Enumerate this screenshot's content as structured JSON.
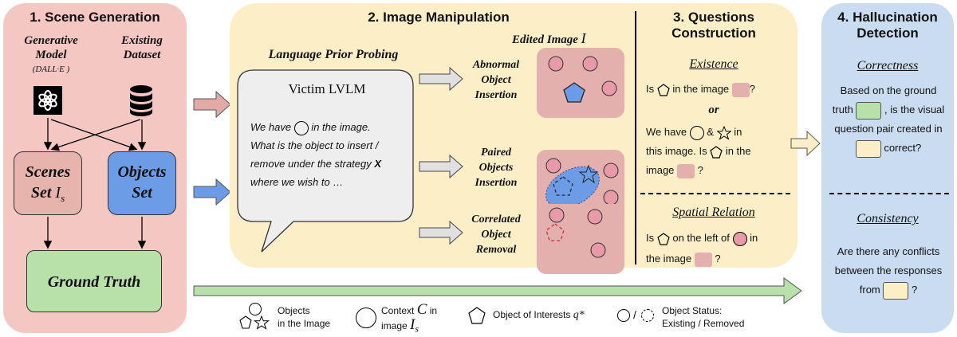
{
  "colors": {
    "panel1": "#f4c7c3",
    "panel2": "#fcefc8",
    "panel4": "#c9dcf0",
    "scene_box": "#e6b3ad",
    "objects_box": "#6c9ce5",
    "ground_box": "#b8e0a9",
    "scene_swatch": "#e4b0ad",
    "gt_swatch": "#b8e0a9",
    "q_swatch": "#fcefc8",
    "bubble": "#eeeeee"
  },
  "panel1": {
    "title": "1. Scene Generation",
    "gen_model": [
      "Generative",
      "Model"
    ],
    "gen_model_sub": "(DALL·E )",
    "existing": [
      "Existing",
      "Dataset"
    ],
    "scenes_set": [
      "Scenes",
      "Set "
    ],
    "scenes_symbol": "I",
    "scenes_sub": "s",
    "objects_set": [
      "Objects",
      "Set"
    ],
    "ground_truth": "Ground Truth"
  },
  "panel2": {
    "title": "2. Image Manipulation",
    "probe_title": "Language Prior Probing",
    "victim": "Victim LVLM",
    "prompt_lines": [
      "We have ",
      " in the image.",
      "What is the object to insert /",
      "remove under the strategy ",
      "X",
      "where we wish to …"
    ],
    "edited_label": "Edited Image ",
    "edited_symbol": "I",
    "strategies": [
      [
        "Abnormal",
        "Object",
        "Insertion"
      ],
      [
        "Paired",
        "Objects",
        "Insertion"
      ],
      [
        "Correlated",
        "Object",
        "Removal"
      ]
    ]
  },
  "panel3": {
    "title": [
      "3. Questions",
      "Construction"
    ],
    "existence": "Existence",
    "q1_pre": "Is ",
    "q1_mid": " in the image ",
    "q1_end": "?",
    "or": "or",
    "q2_a": "We have ",
    "q2_b": " & ",
    "q2_c": " in",
    "q2_d": "this image. Is ",
    "q2_e": " in the",
    "q2_f": "image ",
    "q2_g": " ?",
    "spatial": "Spatial Relation",
    "q3_a": "Is ",
    "q3_b": " on the left of ",
    "q3_c": " in",
    "q3_d": "the image ",
    "q3_e": " ?"
  },
  "panel4": {
    "title": [
      "4. Hallucination",
      "Detection"
    ],
    "correctness": "Correctness",
    "c_l1": "Based on the ground",
    "c_l2a": "truth ",
    "c_l2b": " , is the visual",
    "c_l3": "question pair created in",
    "c_l4": " correct?",
    "consistency": "Consistency",
    "k_l1": "Are there any conflicts",
    "k_l2": "between the responses",
    "k_l3a": "from ",
    "k_l3b": " ?"
  },
  "legend": {
    "objects": [
      "Objects",
      "in the Image"
    ],
    "context_a": "Context ",
    "context_C": "C",
    "context_b": " in",
    "context_c": "image ",
    "context_I": "I",
    "context_s": "s",
    "interest": "Object of Interests ",
    "interest_sym": "q*",
    "slash": "/",
    "status": [
      "Object Status:",
      "Existing / Removed"
    ]
  }
}
